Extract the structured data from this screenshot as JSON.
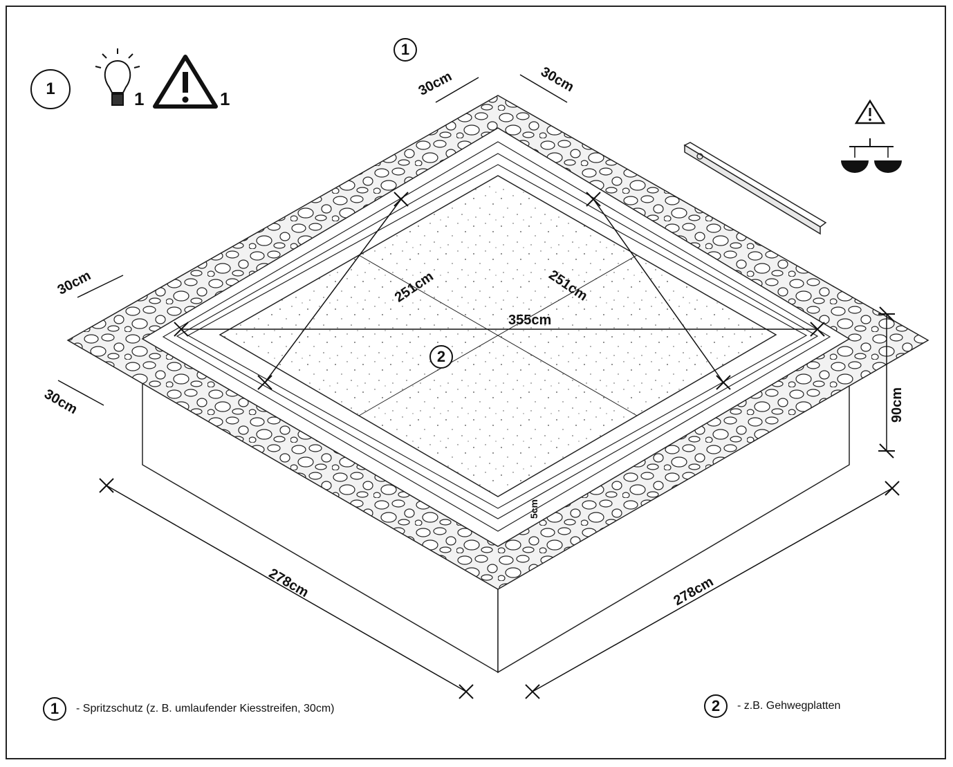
{
  "markers": {
    "one": "1",
    "two": "2"
  },
  "header": {
    "step_number": "1",
    "bulb_count": "1",
    "warning_count": "1",
    "icons": [
      "lightbulb-icon",
      "warning-triangle-icon",
      "warning-small-icon",
      "scale-balance-icon",
      "spirit-level-icon"
    ]
  },
  "dimensions": {
    "gravel_top_left": "30cm",
    "gravel_top_right": "30cm",
    "gravel_left_upper": "30cm",
    "gravel_left_lower": "30cm",
    "inner_side_left": "251cm",
    "inner_side_right": "251cm",
    "diagonal": "355cm",
    "height": "90cm",
    "bottom_left": "278cm",
    "bottom_right": "278cm",
    "small_edge": "5cm"
  },
  "legend": {
    "item1_marker": "1",
    "item1_text": "- Spritzschutz (z. B. umlaufender Kiesstreifen, 30cm)",
    "item2_marker": "2",
    "item2_text": "- z.B. Gehwegplatten"
  }
}
